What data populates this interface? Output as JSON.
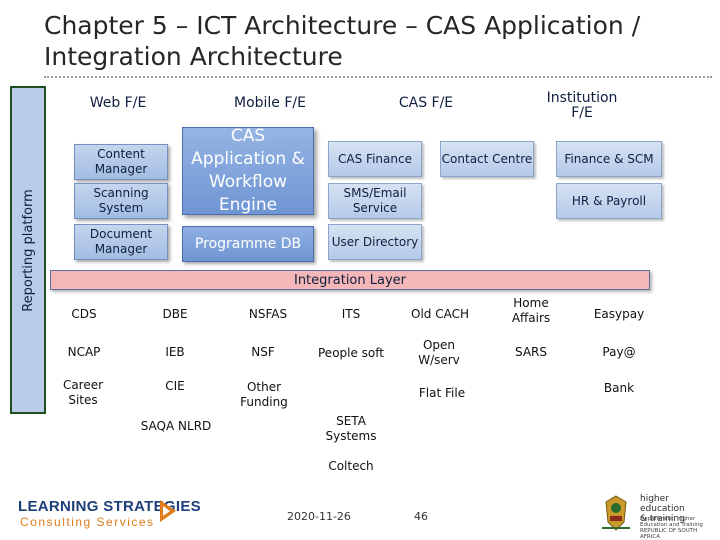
{
  "title": "Chapter 5 – ICT Architecture – CAS Application / Integration Architecture",
  "reporting_platform": "Reporting platform",
  "frontends": {
    "web": "Web F/E",
    "mobile": "Mobile F/E",
    "cas": "CAS F/E",
    "institution": "Institution F/E"
  },
  "components": {
    "content_manager": "Content Manager",
    "scanning_system": "Scanning System",
    "document_manager": "Document Manager",
    "cas_engine": "CAS Application & Workflow Engine",
    "programme_db": "Programme DB",
    "cas_finance": "CAS Finance",
    "sms_email": "SMS/Email Service",
    "user_directory": "User Directory",
    "contact_centre": "Contact Centre",
    "finance_scm": "Finance & SCM",
    "hr_payroll": "HR & Payroll"
  },
  "integration_layer": "Integration Layer",
  "systems": {
    "cds": "CDS",
    "dbe": "DBE",
    "nsfas": "NSFAS",
    "its": "ITS",
    "old_cach": "Old CACH",
    "home_affairs": "Home Affairs",
    "easypay": "Easypay",
    "ncap": "NCAP",
    "ieb": "IEB",
    "nsf": "NSF",
    "people_soft": "People soft",
    "open_wserv": "Open W/serv",
    "sars": "SARS",
    "pay_at": "Pay@",
    "career_sites": "Career Sites",
    "cie": "CIE",
    "other_funding": "Other Funding",
    "flat_file": "Flat File",
    "bank": "Bank",
    "saqa_nlrd": "SAQA NLRD",
    "seta_systems": "SETA Systems",
    "coltech": "Coltech"
  },
  "footer": {
    "date": "2020-11-26",
    "page": "46",
    "logo_main": "LEARNING STRATEGIES",
    "logo_sub": "Consulting Services",
    "dhet_line1": "higher education",
    "dhet_line2": "& training",
    "dhet_small": "Department: Higher Education and Training REPUBLIC OF SOUTH AFRICA"
  },
  "colors": {
    "box_light": "#b5c9e8",
    "box_dark": "#6f95d4",
    "integration_layer": "#f4b6b6",
    "reporting_border": "#1f4f1f"
  }
}
